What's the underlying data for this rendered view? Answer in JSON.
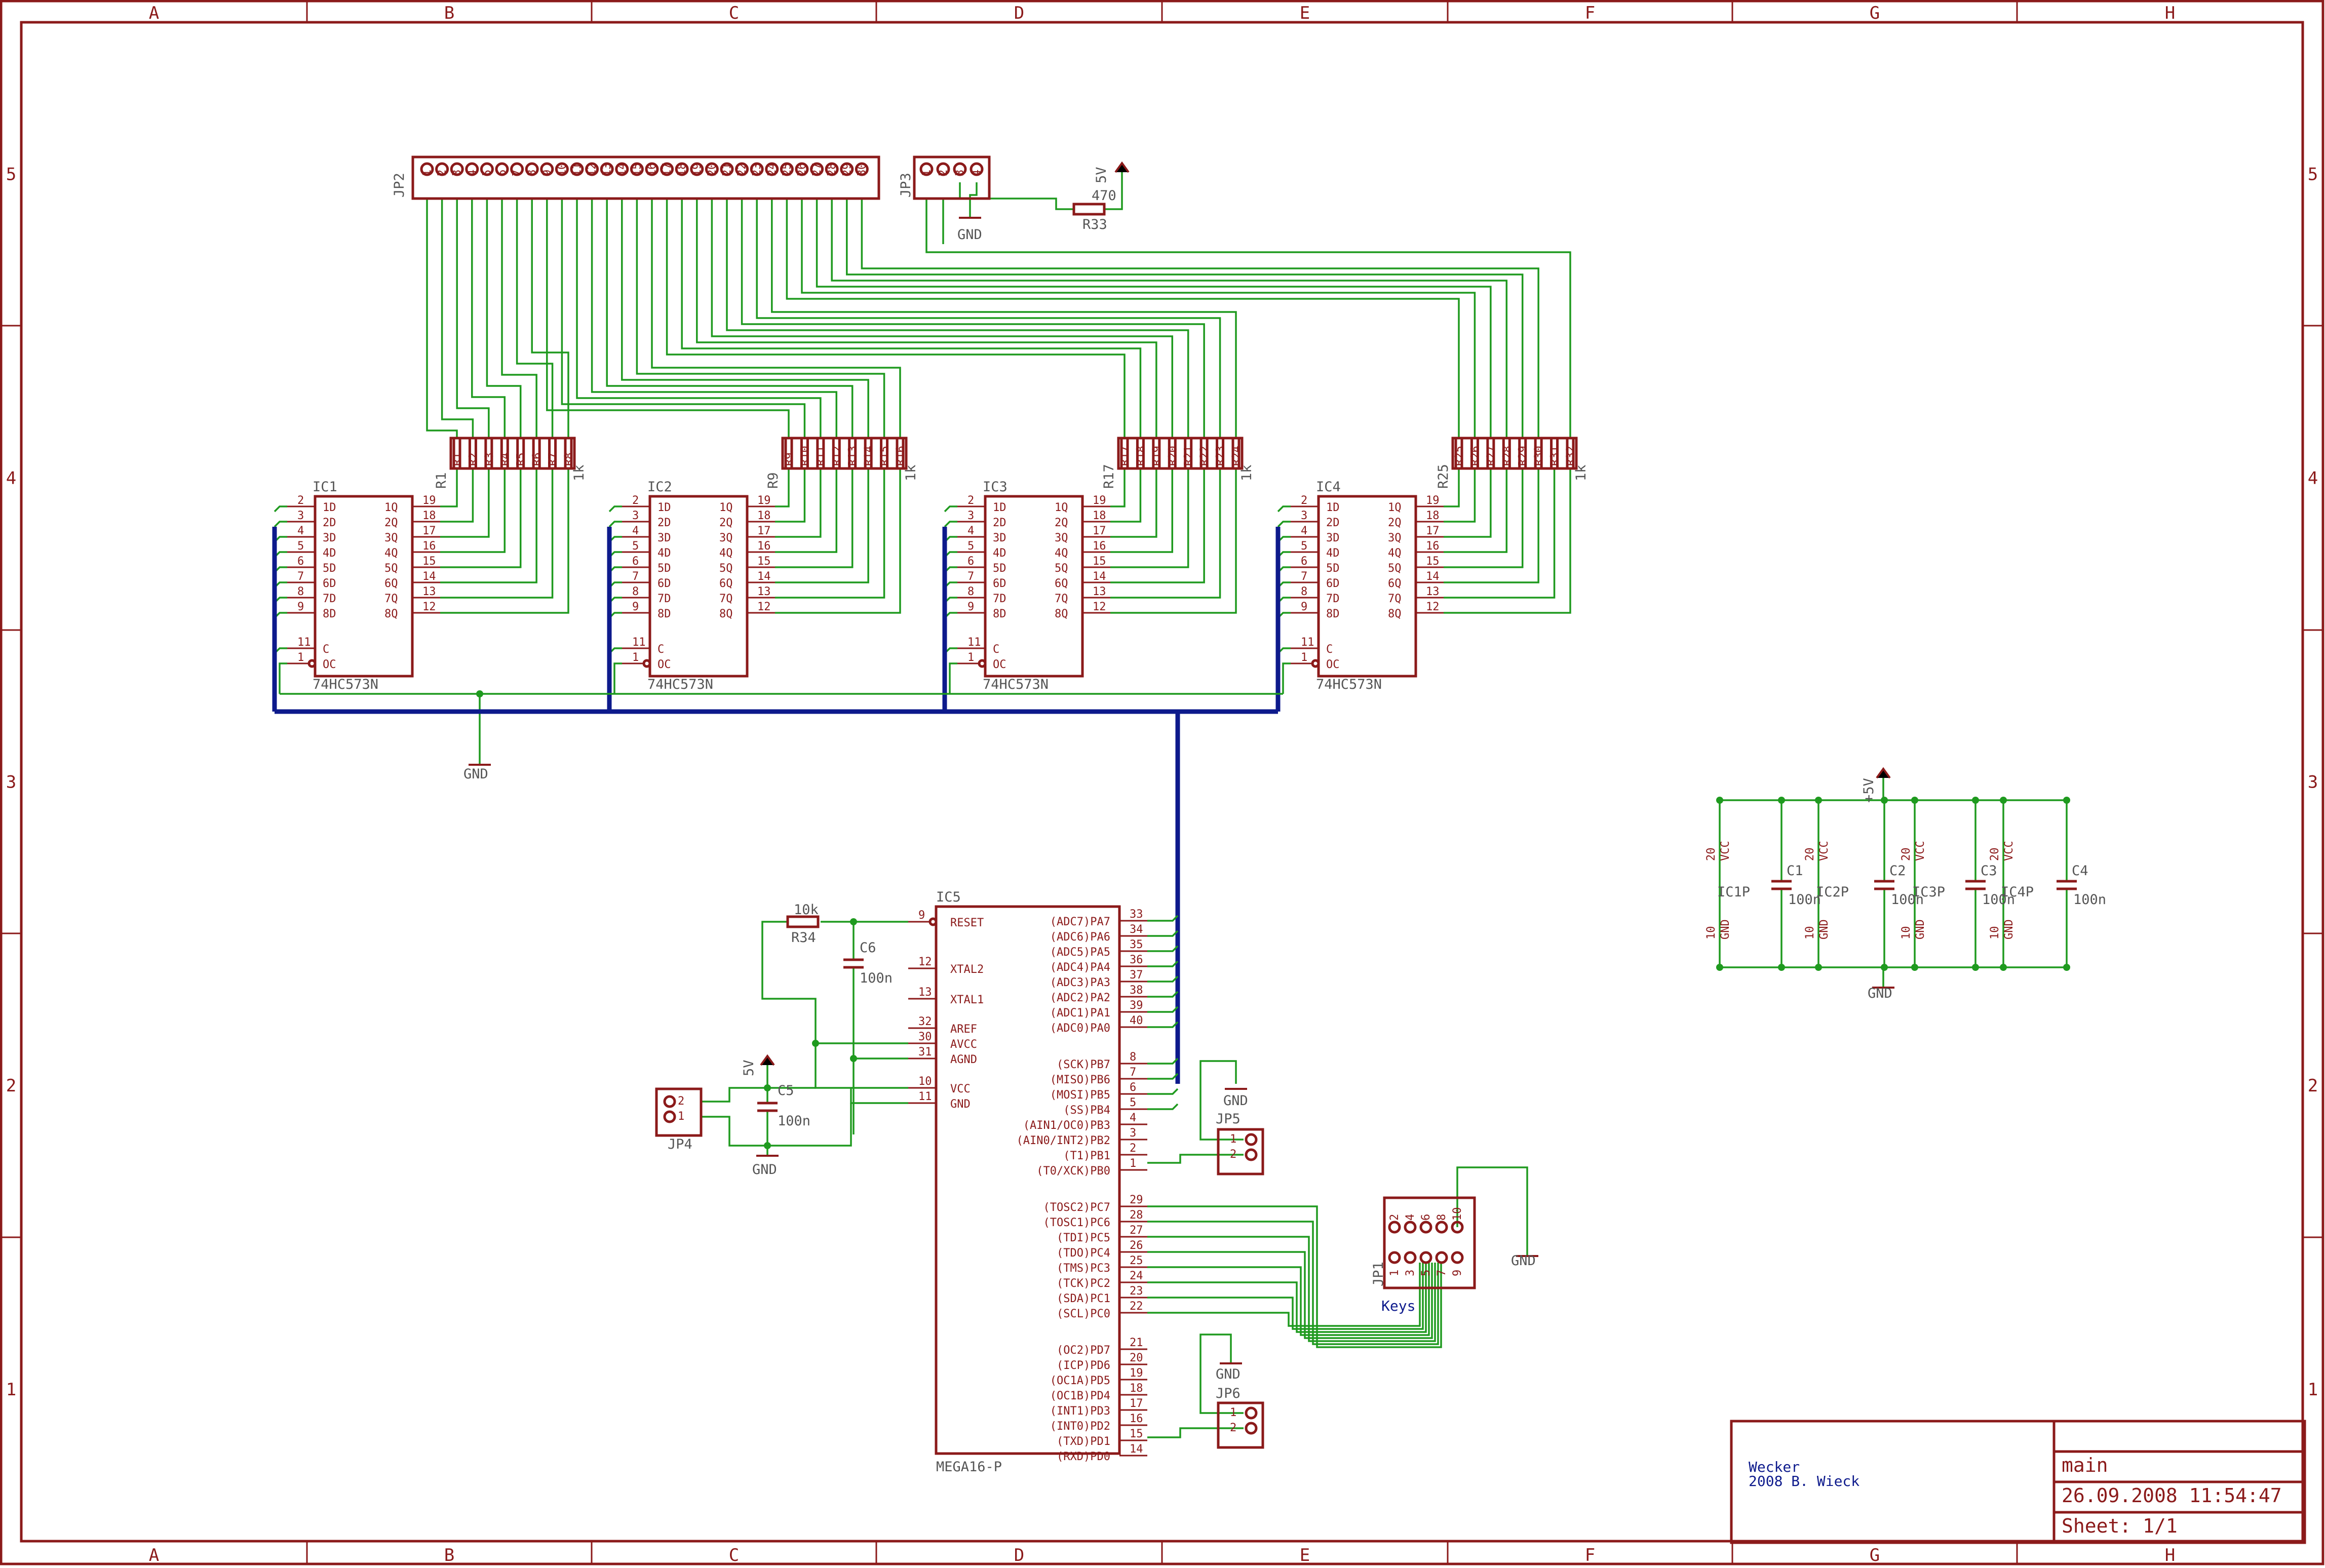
{
  "frame": {
    "cols": [
      "A",
      "B",
      "C",
      "D",
      "E",
      "F",
      "G",
      "H"
    ],
    "rows": [
      "5",
      "4",
      "3",
      "2",
      "1"
    ]
  },
  "connectors": {
    "jp2": {
      "name": "JP2",
      "pins": [
        "1",
        "2",
        "3",
        "4",
        "5",
        "6",
        "7",
        "8",
        "9",
        "10",
        "11",
        "12",
        "13",
        "14",
        "15",
        "16",
        "17",
        "18",
        "19",
        "20",
        "21",
        "22",
        "23",
        "24",
        "25",
        "26",
        "27",
        "28",
        "29",
        "30"
      ]
    },
    "jp3": {
      "name": "JP3",
      "pins": [
        "1",
        "2",
        "3",
        "4"
      ]
    },
    "jp4": {
      "name": "JP4",
      "pins": [
        "2",
        "1"
      ]
    },
    "jp5": {
      "name": "JP5",
      "pins": [
        "1",
        "2"
      ]
    },
    "jp6": {
      "name": "JP6",
      "pins": [
        "1",
        "2"
      ]
    },
    "jp1": {
      "name": "JP1",
      "label": "Keys",
      "top_pins": [
        "2",
        "4",
        "6",
        "8",
        "10"
      ],
      "bottom_pins": [
        "1",
        "3",
        "5",
        "7",
        "9"
      ]
    }
  },
  "latch": {
    "value": "74HC573N",
    "left_pins": [
      {
        "num": "2",
        "name": "1D"
      },
      {
        "num": "3",
        "name": "2D"
      },
      {
        "num": "4",
        "name": "3D"
      },
      {
        "num": "5",
        "name": "4D"
      },
      {
        "num": "6",
        "name": "5D"
      },
      {
        "num": "7",
        "name": "6D"
      },
      {
        "num": "8",
        "name": "7D"
      },
      {
        "num": "9",
        "name": "8D"
      }
    ],
    "right_pins": [
      {
        "num": "19",
        "name": "1Q"
      },
      {
        "num": "18",
        "name": "2Q"
      },
      {
        "num": "17",
        "name": "3Q"
      },
      {
        "num": "16",
        "name": "4Q"
      },
      {
        "num": "15",
        "name": "5Q"
      },
      {
        "num": "14",
        "name": "6Q"
      },
      {
        "num": "13",
        "name": "7Q"
      },
      {
        "num": "12",
        "name": "8Q"
      }
    ],
    "ctrl_pins": [
      {
        "num": "11",
        "name": "C"
      },
      {
        "num": "1",
        "name": "OC"
      }
    ],
    "instances": [
      {
        "name": "IC1",
        "rnet": "R1"
      },
      {
        "name": "IC2",
        "rnet": "R9"
      },
      {
        "name": "IC3",
        "rnet": "R17"
      },
      {
        "name": "IC4",
        "rnet": "R25"
      }
    ]
  },
  "rnets": [
    {
      "name": "R1",
      "value": "1k",
      "labels": [
        "R1",
        "R2",
        "R3",
        "R4",
        "R5",
        "R6",
        "R7",
        "R8"
      ]
    },
    {
      "name": "R9",
      "value": "1k",
      "labels": [
        "R9",
        "R10",
        "R11",
        "R12",
        "R13",
        "R14",
        "R15",
        "R16"
      ]
    },
    {
      "name": "R17",
      "value": "1k",
      "labels": [
        "R17",
        "R18",
        "R19",
        "R20",
        "R21",
        "R22",
        "R23",
        "R24"
      ]
    },
    {
      "name": "R25",
      "value": "1k",
      "labels": [
        "R25",
        "R26",
        "R27",
        "R28",
        "R29",
        "R30",
        "R31",
        "R32"
      ]
    }
  ],
  "mcu": {
    "name": "IC5",
    "value": "MEGA16-P",
    "left_pins": [
      {
        "num": "9",
        "name": "RESET"
      },
      {
        "num": "12",
        "name": "XTAL2"
      },
      {
        "num": "13",
        "name": "XTAL1"
      },
      {
        "num": "32",
        "name": "AREF"
      },
      {
        "num": "30",
        "name": "AVCC"
      },
      {
        "num": "31",
        "name": "AGND"
      },
      {
        "num": "10",
        "name": "VCC"
      },
      {
        "num": "11",
        "name": "GND"
      }
    ],
    "right_pins": [
      {
        "num": "33",
        "name": "(ADC7)PA7"
      },
      {
        "num": "34",
        "name": "(ADC6)PA6"
      },
      {
        "num": "35",
        "name": "(ADC5)PA5"
      },
      {
        "num": "36",
        "name": "(ADC4)PA4"
      },
      {
        "num": "37",
        "name": "(ADC3)PA3"
      },
      {
        "num": "38",
        "name": "(ADC2)PA2"
      },
      {
        "num": "39",
        "name": "(ADC1)PA1"
      },
      {
        "num": "40",
        "name": "(ADC0)PA0"
      },
      {
        "num": "8",
        "name": "(SCK)PB7"
      },
      {
        "num": "7",
        "name": "(MISO)PB6"
      },
      {
        "num": "6",
        "name": "(MOSI)PB5"
      },
      {
        "num": "5",
        "name": "(SS)PB4"
      },
      {
        "num": "4",
        "name": "(AIN1/OC0)PB3"
      },
      {
        "num": "3",
        "name": "(AIN0/INT2)PB2"
      },
      {
        "num": "2",
        "name": "(T1)PB1"
      },
      {
        "num": "1",
        "name": "(T0/XCK)PB0"
      },
      {
        "num": "29",
        "name": "(TOSC2)PC7"
      },
      {
        "num": "28",
        "name": "(TOSC1)PC6"
      },
      {
        "num": "27",
        "name": "(TDI)PC5"
      },
      {
        "num": "26",
        "name": "(TDO)PC4"
      },
      {
        "num": "25",
        "name": "(TMS)PC3"
      },
      {
        "num": "24",
        "name": "(TCK)PC2"
      },
      {
        "num": "23",
        "name": "(SDA)PC1"
      },
      {
        "num": "22",
        "name": "(SCL)PC0"
      },
      {
        "num": "21",
        "name": "(OC2)PD7"
      },
      {
        "num": "20",
        "name": "(ICP)PD6"
      },
      {
        "num": "19",
        "name": "(OC1A)PD5"
      },
      {
        "num": "18",
        "name": "(OC1B)PD4"
      },
      {
        "num": "17",
        "name": "(INT1)PD3"
      },
      {
        "num": "16",
        "name": "(INT0)PD2"
      },
      {
        "num": "15",
        "name": "(TXD)PD1"
      },
      {
        "num": "14",
        "name": "(RXD)PD0"
      }
    ]
  },
  "passives": {
    "r33": {
      "name": "R33",
      "value": "470"
    },
    "r34": {
      "name": "R34",
      "value": "10k"
    },
    "c6": {
      "name": "C6",
      "value": "100n"
    },
    "c5": {
      "name": "C5",
      "value": "100n"
    }
  },
  "decoupling": {
    "caps": [
      {
        "ic": "IC1P",
        "cap": "C1",
        "value": "100n"
      },
      {
        "ic": "IC2P",
        "cap": "C2",
        "value": "100n"
      },
      {
        "ic": "IC3P",
        "cap": "C3",
        "value": "100n"
      },
      {
        "ic": "IC4P",
        "cap": "C4",
        "value": "100n"
      }
    ],
    "vcc_pin": "20",
    "vcc_name": "VCC",
    "gnd_pin": "10",
    "gnd_name": "GND"
  },
  "power": {
    "vcc_a": "5V",
    "vcc_b": "+5V",
    "gnd": "GND"
  },
  "titleblock": {
    "project": "Wecker",
    "author": "2008 B. Wieck",
    "sheet_name": "main",
    "datetime": "26.09.2008 11:54:47",
    "sheet": "Sheet: 1/1"
  }
}
